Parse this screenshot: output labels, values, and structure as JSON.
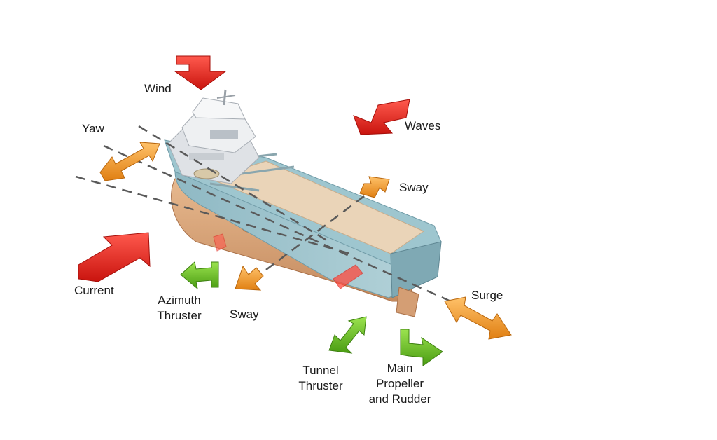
{
  "labels": {
    "wind": "Wind",
    "waves": "Waves",
    "yaw": "Yaw",
    "sway_top": "Sway",
    "current": "Current",
    "azimuth": [
      "Azimuth",
      "Thruster"
    ],
    "sway_bottom": "Sway",
    "surge": "Surge",
    "tunnel": [
      "Tunnel",
      "Thruster"
    ],
    "main_propeller": [
      "Main",
      "Propeller",
      "and Rudder"
    ]
  },
  "colors": {
    "environment_force": "#e8231c",
    "motion": "#f39a24",
    "thruster": "#6ec21f",
    "hull": "#d9a57c",
    "hull_side": "#9fc3cc",
    "deck": "#ead4b8",
    "superstructure": "#e9ebee"
  }
}
